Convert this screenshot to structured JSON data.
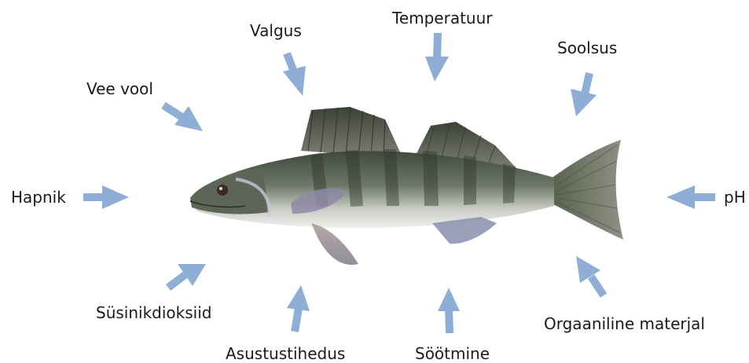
{
  "diagram": {
    "subject": "fish-icon",
    "arrow_color": "#8faed6",
    "factors": {
      "valgus": "Valgus",
      "temperatuur": "Temperatuur",
      "soolsus": "Soolsus",
      "vee_vool": "Vee vool",
      "hapnik": "Hapnik",
      "ph": "pH",
      "susinikdioksiid": "Süsinikdioksiid",
      "asustustihedus": "Asustustihedus",
      "sootmine": "Söötmine",
      "orgaaniline_materjal": "Orgaaniline materjal"
    }
  }
}
